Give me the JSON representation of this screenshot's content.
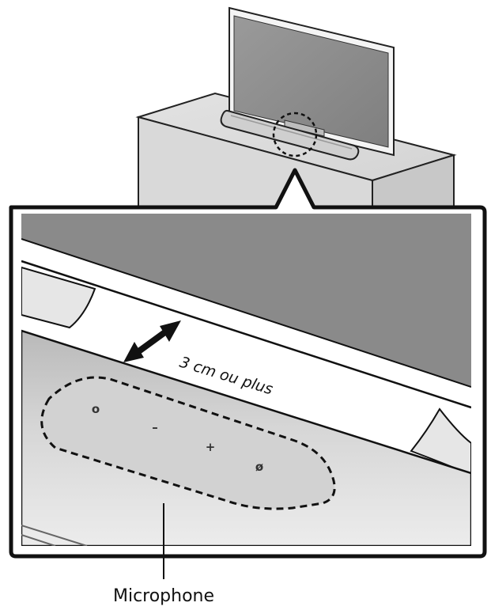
{
  "clearance_label": "3 cm ou plus",
  "microphone_label": "Microphone",
  "buttons": [
    {
      "name": "power-button",
      "glyph": "o"
    },
    {
      "name": "volume-down-button",
      "glyph": "–"
    },
    {
      "name": "volume-up-button",
      "glyph": "+"
    },
    {
      "name": "mic-mute-button",
      "glyph": "ø"
    }
  ],
  "icons": [
    "double-arrow-icon"
  ]
}
